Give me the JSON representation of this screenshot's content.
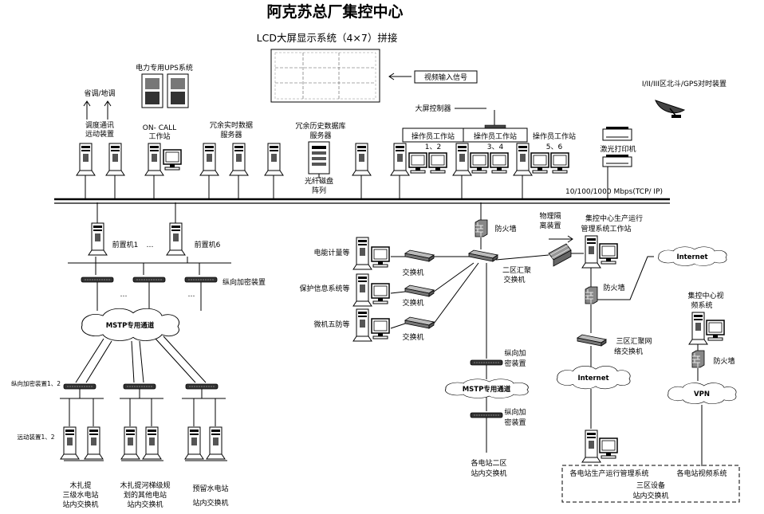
{
  "title": "阿克苏总厂集控中心",
  "lcd": {
    "title": "LCD大屏显示系统（4×7）拼接",
    "video_input": "视频输入信号",
    "controller": "大屏控制器"
  },
  "ups": "电力专用UPS系统",
  "gps": "I/II/III区北斗/GPS对时装置",
  "province": "省调/地调",
  "dispatch": [
    "调度通讯",
    "远动装置"
  ],
  "oncall": [
    "ON- CALL",
    "工作站"
  ],
  "realtime": [
    "冗余实时数据",
    "服务器"
  ],
  "history": [
    "冗余历史数据库",
    "服务器"
  ],
  "fiber": [
    "光纤磁盘",
    "阵列"
  ],
  "ops": [
    {
      "line1": "操作员工作站",
      "line2": "1、2"
    },
    {
      "line1": "操作员工作站",
      "line2": "3、4"
    },
    {
      "line1": "操作员工作站",
      "line2": "5、6"
    }
  ],
  "printer": "激光打印机",
  "network": "10/100/1000 Mbps(TCP/ IP)",
  "frontend": {
    "left": "前置机1",
    "dots": "…",
    "right": "前置机6"
  },
  "encryption_top": "纵向加密装置",
  "mstp": "MSTP专用通道",
  "left_labels": {
    "encrypt": "纵向加密装置1、2",
    "telecontrol": "远动装置1、2"
  },
  "stations": [
    {
      "l1": "木扎提",
      "l2": "三级水电站",
      "l3": "站内交换机"
    },
    {
      "l1": "木扎提河梯级规",
      "l2": "划的其他电站",
      "l3": "站内交换机"
    },
    {
      "l1": "预留水电站",
      "l2": "",
      "l3": "站内交换机"
    }
  ],
  "zone2": {
    "meter": "电能计量等",
    "protect": "保护信息系统等",
    "five": "微机五防等",
    "switch": "交换机",
    "firewall": "防火墙",
    "aggregate": [
      "二区汇聚",
      "交换机"
    ],
    "encrypt_a": [
      "纵向加",
      "密装置"
    ],
    "encrypt_b": [
      "纵向加",
      "密装置"
    ],
    "mstp": "MSTP专用通道",
    "station": [
      "各电站二区",
      "站内交换机"
    ]
  },
  "zone3": {
    "isolation": [
      "物理隔",
      "离装置"
    ],
    "ws": [
      "集控中心生产运行",
      "管理系统工作站"
    ],
    "internet_top": "Internet",
    "firewall": "防火墙",
    "aggregate": [
      "三区汇聚网",
      "络交换机"
    ],
    "internet": "Internet",
    "video": [
      "集控中心视",
      "频系统"
    ],
    "video_fw": "防火墙",
    "vpn": "VPN",
    "box_left": "各电站生产运行管理系统",
    "box_right": "各电站视频系统",
    "box_bottom": [
      "三区设备",
      "站内交换机"
    ]
  },
  "dots": "…"
}
